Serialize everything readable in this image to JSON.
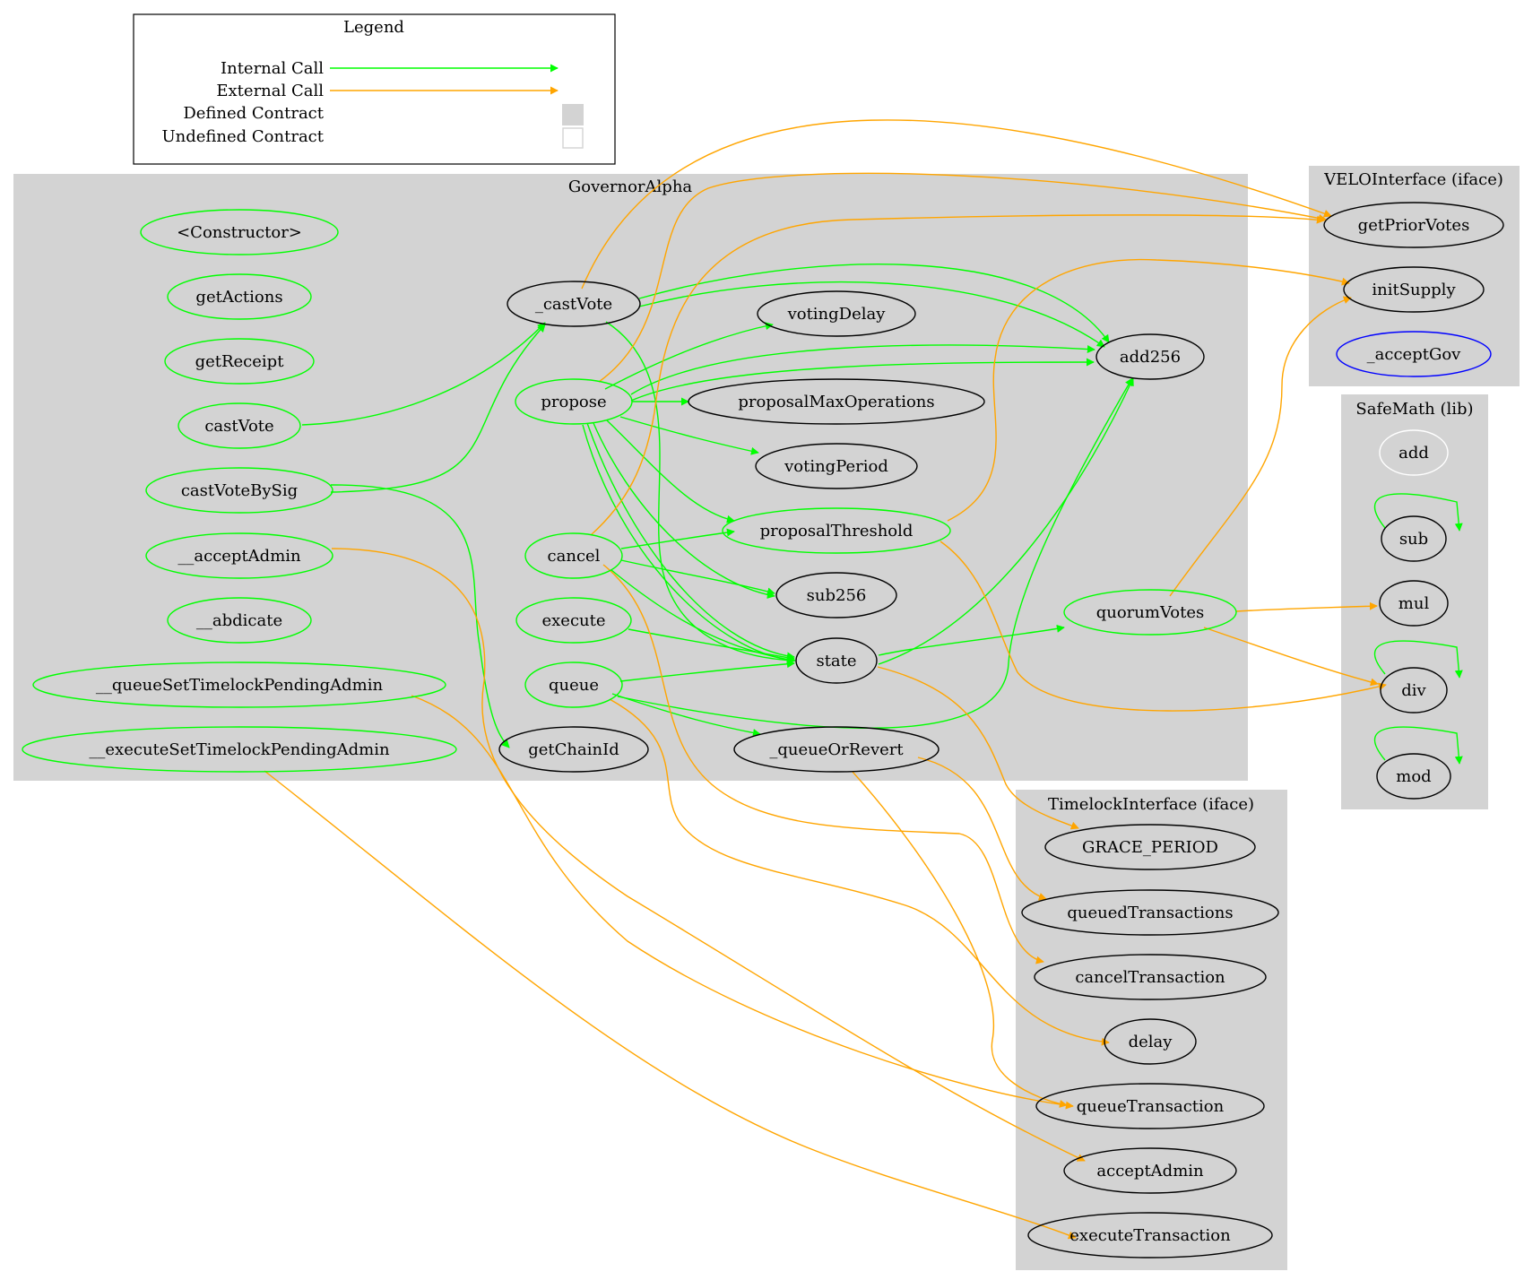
{
  "legend": {
    "title": "Legend",
    "internal_call": "Internal Call",
    "external_call": "External Call",
    "defined_contract": "Defined Contract",
    "undefined_contract": "Undefined Contract"
  },
  "colors": {
    "internal": "#00ff00",
    "external": "#ffa500",
    "cluster_fill": "#d3d3d3",
    "node_stroke": "#000000",
    "undefined_node_stroke": "#0000ff",
    "missing_node_stroke": "#ffffff"
  },
  "clusters": {
    "governor": "GovernorAlpha",
    "velo": "VELOInterface  (iface)",
    "safemath": "SafeMath  (lib)",
    "timelock": "TimelockInterface  (iface)"
  },
  "nodes": {
    "constructor": "<Constructor>",
    "getActions": "getActions",
    "getReceipt": "getReceipt",
    "castVote": "castVote",
    "castVoteBySig": "castVoteBySig",
    "acceptAdminG": "__acceptAdmin",
    "abdicate": "__abdicate",
    "queueSetTPA": "__queueSetTimelockPendingAdmin",
    "executeSetTPA": "__executeSetTimelockPendingAdmin",
    "_castVote": "_castVote",
    "propose": "propose",
    "cancel": "cancel",
    "execute": "execute",
    "queue": "queue",
    "getChainId": "getChainId",
    "votingDelay": "votingDelay",
    "proposalMaxOperations": "proposalMaxOperations",
    "votingPeriod": "votingPeriod",
    "proposalThreshold": "proposalThreshold",
    "sub256": "sub256",
    "state": "state",
    "_queueOrRevert": "_queueOrRevert",
    "add256": "add256",
    "quorumVotes": "quorumVotes",
    "getPriorVotes": "getPriorVotes",
    "initSupply": "initSupply",
    "_acceptGov": "_acceptGov",
    "add": "add",
    "sub": "sub",
    "mul": "mul",
    "div": "div",
    "mod": "mod",
    "GRACE_PERIOD": "GRACE_PERIOD",
    "queuedTransactions": "queuedTransactions",
    "cancelTransaction": "cancelTransaction",
    "delay": "delay",
    "queueTransaction": "queueTransaction",
    "acceptAdmin": "acceptAdmin",
    "executeTransaction": "executeTransaction"
  }
}
